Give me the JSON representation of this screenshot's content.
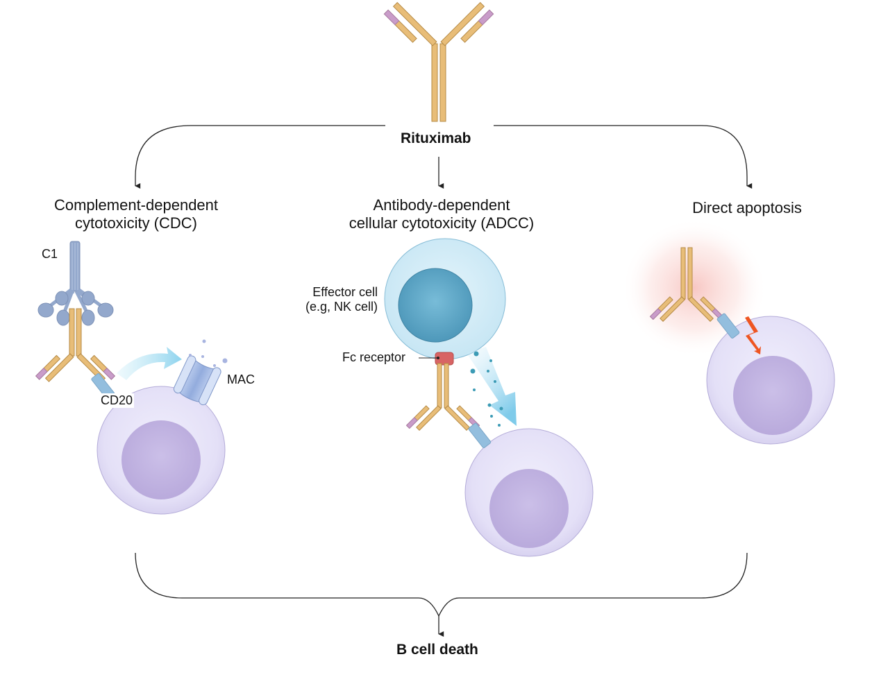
{
  "diagram": {
    "title": "Rituximab",
    "outcome": "B cell death",
    "colors": {
      "antibody_heavy": "#e8bd78",
      "antibody_outline": "#b58a45",
      "antibody_variable": "#c99cc9",
      "cd20": "#93bede",
      "b_cell_outer": "#e6e3f8",
      "b_cell_nucleus": "#c5b8e4",
      "effector_outer": "#cfebf7",
      "effector_nucleus": "#5aa6c6",
      "fc_receptor": "#d86464",
      "c1": "#93a8cc",
      "mac": "#a7bde6",
      "lightning": "#ee5522",
      "apoptosis_glow": "#f7c9c6",
      "arrow_line": "#222222"
    },
    "mechanisms": [
      {
        "id": "cdc",
        "title_line1": "Complement-dependent",
        "title_line2": "cytotoxicity (CDC)",
        "labels": {
          "c1": "C1",
          "cd20": "CD20",
          "mac": "MAC"
        }
      },
      {
        "id": "adcc",
        "title_line1": "Antibody-dependent",
        "title_line2": "cellular cytotoxicity (ADCC)",
        "labels": {
          "effector_line1": "Effector cell",
          "effector_line2": "(e.g, NK cell)",
          "fc_receptor": "Fc receptor"
        }
      },
      {
        "id": "apoptosis",
        "title_line1": "Direct apoptosis"
      }
    ]
  }
}
